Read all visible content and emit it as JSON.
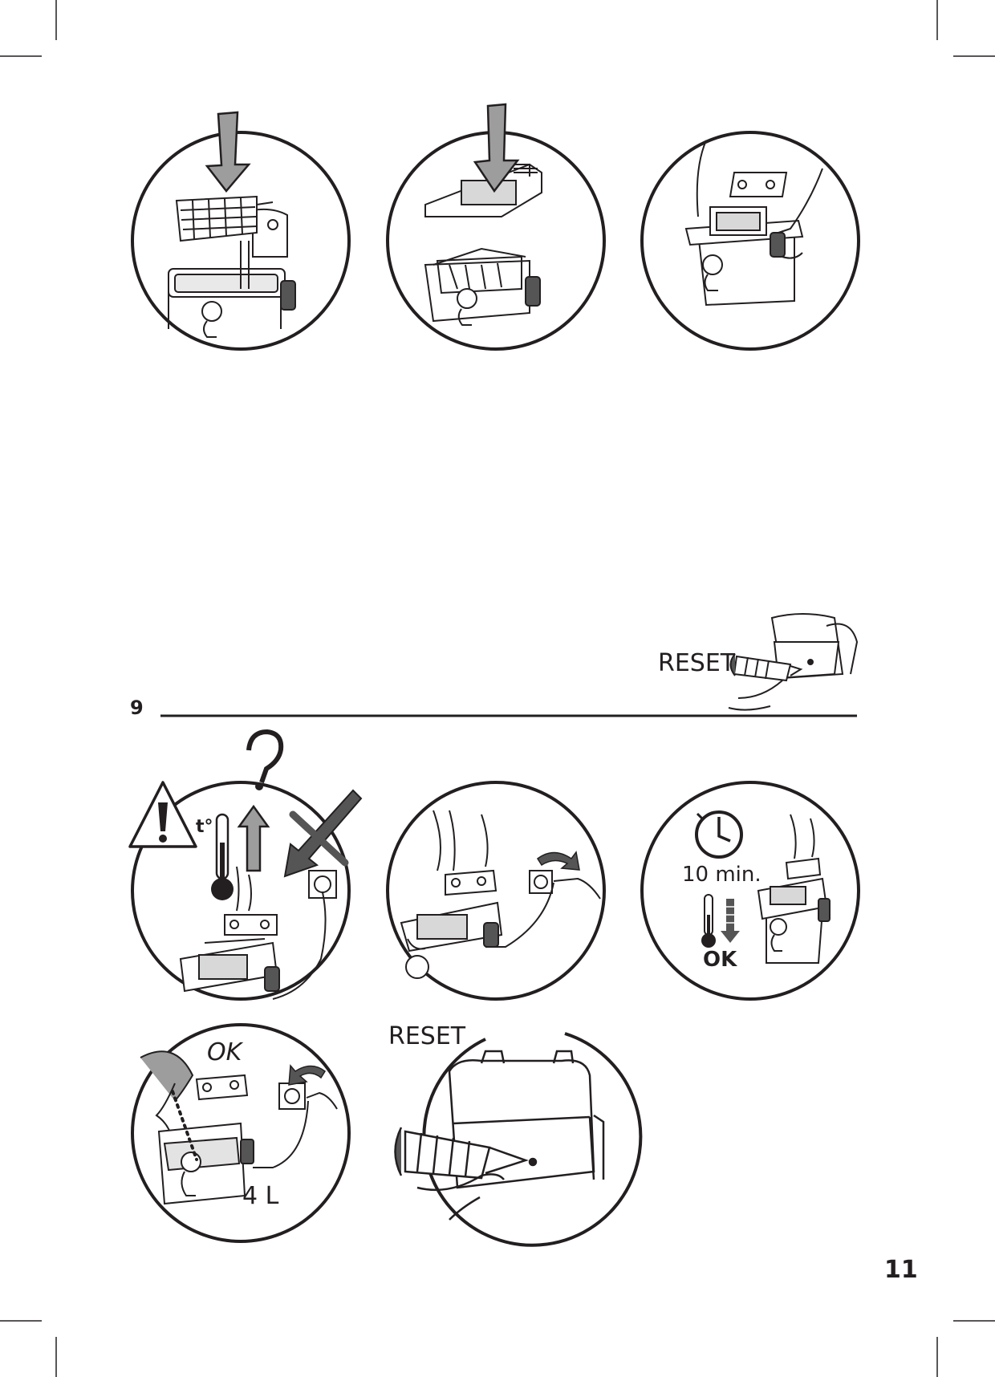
{
  "labels": {
    "reset_top": "RESET",
    "step_number": "9",
    "temperature": "t°",
    "question_mark": "?",
    "time": "10 min.",
    "ok_bold": "OK",
    "ok_italic": "OK",
    "volume": "4 L",
    "reset_bottom": "RESET",
    "page_number": "11"
  },
  "illustrations": [
    "basket-lowering-into-fryer",
    "lid-closing-on-fryer",
    "carrying-fryer-by-handles",
    "reset-button-pressed-with-pen",
    "overheat-warning-unplug",
    "unplug-fryer-after-cooking",
    "wait-cooling-timer",
    "check-oil-level-replug",
    "reset-button-closeup"
  ],
  "icons": [
    "warning-triangle-icon",
    "thermometer-icon",
    "clock-icon",
    "up-arrow-icon",
    "down-arrow-icon",
    "cross-out-icon",
    "plug-socket-icon"
  ],
  "colors": {
    "ink": "#231f20",
    "gray": "#9d9d9d",
    "dark": "#555555"
  }
}
